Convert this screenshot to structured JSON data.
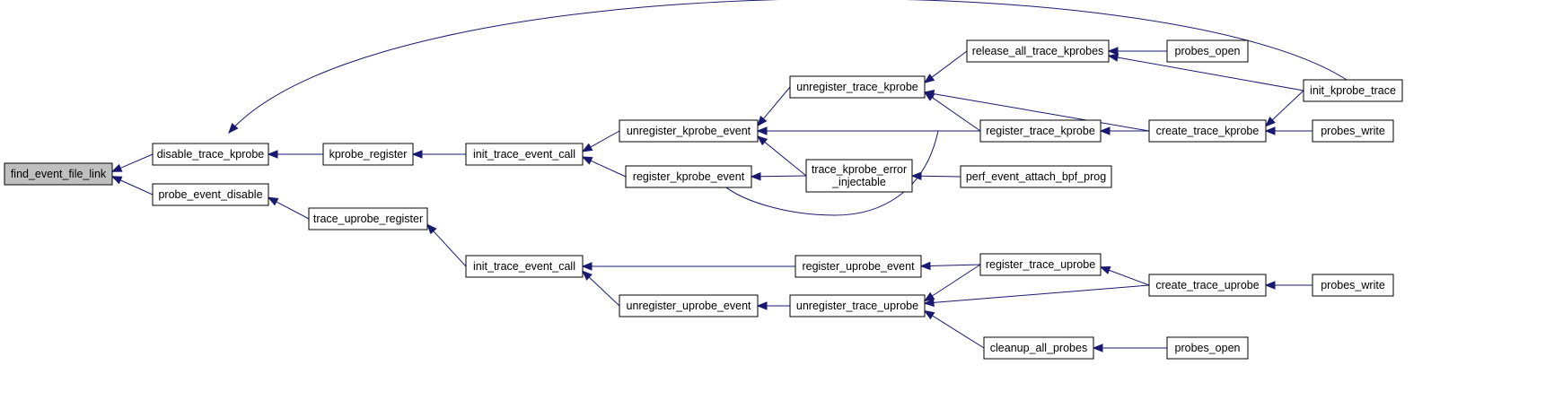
{
  "colors": {
    "edge": "#191970",
    "root_fill": "#bfbfbf",
    "node_fill": "#ffffff",
    "node_border": "#000000"
  },
  "nodes": [
    {
      "id": "n0",
      "lines": [
        "find_event_file_link"
      ],
      "root": true
    },
    {
      "id": "n1",
      "lines": [
        "disable_trace_kprobe"
      ]
    },
    {
      "id": "n2",
      "lines": [
        "probe_event_disable"
      ]
    },
    {
      "id": "n3",
      "lines": [
        "kprobe_register"
      ]
    },
    {
      "id": "n4",
      "lines": [
        "trace_uprobe_register"
      ]
    },
    {
      "id": "n5",
      "lines": [
        "init_trace_event_call"
      ]
    },
    {
      "id": "n6",
      "lines": [
        "init_trace_event_call"
      ]
    },
    {
      "id": "n7",
      "lines": [
        "unregister_kprobe_event"
      ]
    },
    {
      "id": "n8",
      "lines": [
        "register_kprobe_event"
      ]
    },
    {
      "id": "n9",
      "lines": [
        "unregister_trace_kprobe"
      ]
    },
    {
      "id": "n10",
      "lines": [
        "trace_kprobe_error",
        "_injectable"
      ]
    },
    {
      "id": "n11",
      "lines": [
        "release_all_trace_kprobes"
      ]
    },
    {
      "id": "n12",
      "lines": [
        "register_trace_kprobe"
      ]
    },
    {
      "id": "n13",
      "lines": [
        "perf_event_attach_bpf_prog"
      ]
    },
    {
      "id": "n14",
      "lines": [
        "probes_open"
      ]
    },
    {
      "id": "n15",
      "lines": [
        "create_trace_kprobe"
      ]
    },
    {
      "id": "n16",
      "lines": [
        "init_kprobe_trace"
      ]
    },
    {
      "id": "n17",
      "lines": [
        "probes_write"
      ]
    },
    {
      "id": "n18",
      "lines": [
        "register_uprobe_event"
      ]
    },
    {
      "id": "n19",
      "lines": [
        "unregister_uprobe_event"
      ]
    },
    {
      "id": "n20",
      "lines": [
        "unregister_trace_uprobe"
      ]
    },
    {
      "id": "n21",
      "lines": [
        "register_trace_uprobe"
      ]
    },
    {
      "id": "n22",
      "lines": [
        "cleanup_all_probes"
      ]
    },
    {
      "id": "n23",
      "lines": [
        "create_trace_uprobe"
      ]
    },
    {
      "id": "n24",
      "lines": [
        "probes_open"
      ]
    },
    {
      "id": "n25",
      "lines": [
        "probes_write"
      ]
    }
  ],
  "edges": [
    {
      "from": "n1",
      "to": "n0"
    },
    {
      "from": "n2",
      "to": "n0"
    },
    {
      "from": "n3",
      "to": "n1"
    },
    {
      "from": "n16",
      "to": "n1"
    },
    {
      "from": "n5",
      "to": "n3"
    },
    {
      "from": "n4",
      "to": "n2"
    },
    {
      "from": "n6",
      "to": "n4"
    },
    {
      "from": "n7",
      "to": "n5"
    },
    {
      "from": "n8",
      "to": "n5"
    },
    {
      "from": "n9",
      "to": "n7"
    },
    {
      "from": "n12",
      "to": "n7"
    },
    {
      "from": "n10",
      "to": "n7"
    },
    {
      "from": "n10",
      "to": "n8"
    },
    {
      "from": "n12",
      "to": "n8"
    },
    {
      "from": "n11",
      "to": "n9"
    },
    {
      "from": "n12",
      "to": "n9"
    },
    {
      "from": "n15",
      "to": "n9"
    },
    {
      "from": "n14",
      "to": "n11"
    },
    {
      "from": "n16",
      "to": "n11"
    },
    {
      "from": "n15",
      "to": "n12"
    },
    {
      "from": "n13",
      "to": "n10"
    },
    {
      "from": "n16",
      "to": "n15"
    },
    {
      "from": "n17",
      "to": "n15"
    },
    {
      "from": "n18",
      "to": "n6"
    },
    {
      "from": "n19",
      "to": "n6"
    },
    {
      "from": "n21",
      "to": "n18"
    },
    {
      "from": "n20",
      "to": "n19"
    },
    {
      "from": "n21",
      "to": "n20"
    },
    {
      "from": "n23",
      "to": "n20"
    },
    {
      "from": "n22",
      "to": "n20"
    },
    {
      "from": "n23",
      "to": "n21"
    },
    {
      "from": "n24",
      "to": "n22"
    },
    {
      "from": "n25",
      "to": "n23"
    }
  ]
}
